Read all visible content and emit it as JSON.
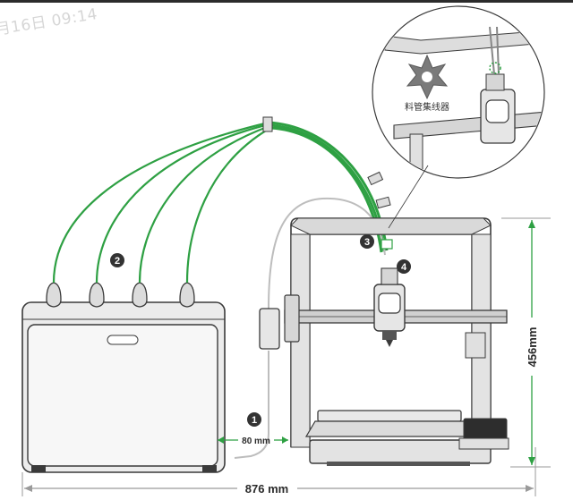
{
  "watermark": "月16日 09:14",
  "inset": {
    "label": "料管集线器"
  },
  "callouts": [
    "1",
    "2",
    "3",
    "4"
  ],
  "dimensions": {
    "width_total": "876 mm",
    "gap": "80 mm",
    "height": "456mm"
  },
  "colors": {
    "tube_green": "#2ea043",
    "dim_green": "#2ea043",
    "dim_gray": "#9a9a9a",
    "line_dark": "#3a3a3a",
    "printer_frame": "#d9d9d9",
    "box_fill": "#ececec"
  }
}
